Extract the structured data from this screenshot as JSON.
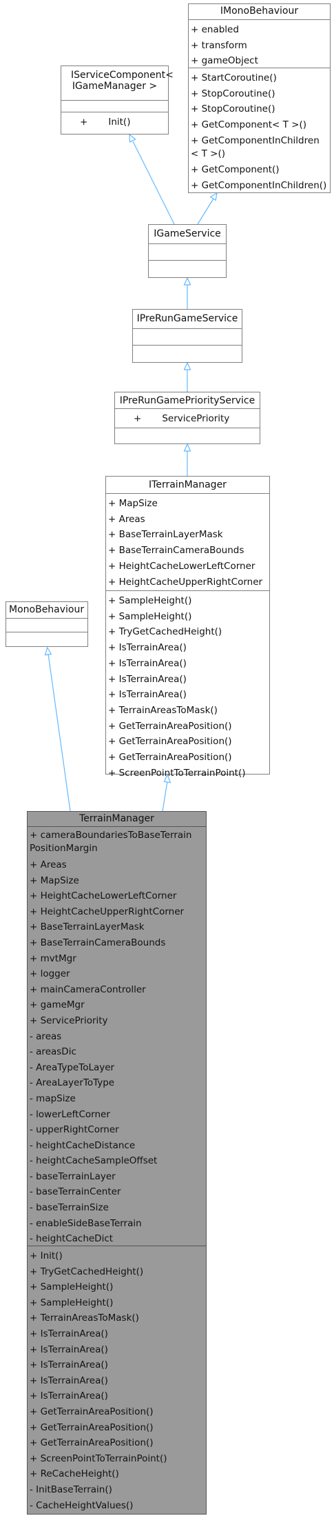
{
  "classes": {
    "imono": {
      "title": "IMonoBehaviour",
      "attributes": [
        "+ enabled",
        "+ transform",
        "+ gameObject"
      ],
      "operations": [
        "+ StartCoroutine()",
        "+ StopCoroutine()",
        "+ StopCoroutine()",
        "+ GetComponent< T >()",
        "+ GetComponentInChildren < T >()",
        "+ GetComponent()",
        "+ GetComponentInChildren()"
      ]
    },
    "iservice": {
      "title": "IServiceComponent< IGameManager >",
      "attributes": [],
      "operations": [
        "+       Init()"
      ]
    },
    "igame": {
      "title": "IGameService",
      "attributes": [],
      "operations": []
    },
    "iprerun": {
      "title": "IPreRunGameService",
      "attributes": [],
      "operations": []
    },
    "iprerunprio": {
      "title": "IPreRunGamePriorityService",
      "attributes": [
        "+       ServicePriority"
      ],
      "operations": []
    },
    "iterrain": {
      "title": "ITerrainManager",
      "attributes": [
        "+ MapSize",
        "+ Areas",
        "+ BaseTerrainLayerMask",
        "+ BaseTerrainCameraBounds",
        "+ HeightCacheLowerLeftCorner",
        "+ HeightCacheUpperRightCorner"
      ],
      "operations": [
        "+ SampleHeight()",
        "+ SampleHeight()",
        "+ TryGetCachedHeight()",
        "+ IsTerrainArea()",
        "+ IsTerrainArea()",
        "+ IsTerrainArea()",
        "+ IsTerrainArea()",
        "+ TerrainAreasToMask()",
        "+ GetTerrainAreaPosition()",
        "+ GetTerrainAreaPosition()",
        "+ GetTerrainAreaPosition()",
        "+ ScreenPointToTerrainPoint()"
      ]
    },
    "mono": {
      "title": "MonoBehaviour",
      "attributes": [],
      "operations": []
    },
    "terrain": {
      "title": "TerrainManager",
      "attributes": [
        "+ cameraBoundariesToBaseTerrain PositionMargin",
        "+ Areas",
        "+ MapSize",
        "+ HeightCacheLowerLeftCorner",
        "+ HeightCacheUpperRightCorner",
        "+ BaseTerrainLayerMask",
        "+ BaseTerrainCameraBounds",
        "+ mvtMgr",
        "+ logger",
        "+ mainCameraController",
        "+ gameMgr",
        "+ ServicePriority",
        "- areas",
        "- areasDic",
        "- AreaTypeToLayer",
        "- AreaLayerToType",
        "- mapSize",
        "- lowerLeftCorner",
        "- upperRightCorner",
        "- heightCacheDistance",
        "- heightCacheSampleOffset",
        "- baseTerrainLayer",
        "- baseTerrainCenter",
        "- baseTerrainSize",
        "- enableSideBaseTerrain",
        "- heightCacheDict"
      ],
      "operations": [
        "+ Init()",
        "+ TryGetCachedHeight()",
        "+ SampleHeight()",
        "+ SampleHeight()",
        "+ TerrainAreasToMask()",
        "+ IsTerrainArea()",
        "+ IsTerrainArea()",
        "+ IsTerrainArea()",
        "+ IsTerrainArea()",
        "+ IsTerrainArea()",
        "+ GetTerrainAreaPosition()",
        "+ GetTerrainAreaPosition()",
        "+ GetTerrainAreaPosition()",
        "+ ScreenPointToTerrainPoint()",
        "+ ReCacheHeight()",
        "- InitBaseTerrain()",
        "- CacheHeightValues()"
      ]
    }
  }
}
